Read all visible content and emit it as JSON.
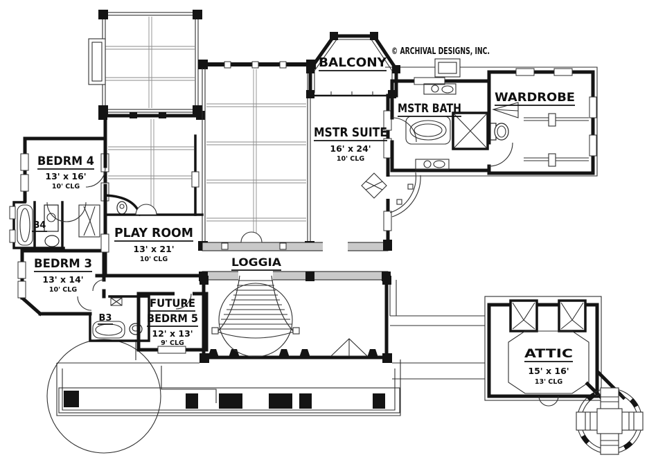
{
  "copyright": "© ARCHIVAL DESIGNS, INC.",
  "rooms": {
    "balcony": {
      "label": "BALCONY"
    },
    "mstr_bath": {
      "label": "MSTR BATH"
    },
    "wardrobe": {
      "label": "WARDROBE"
    },
    "mstr_suite": {
      "label": "MSTR SUITE",
      "dims": "16' x 24'",
      "clg": "10' CLG"
    },
    "bedrm4": {
      "label": "BEDRM 4",
      "dims": "13' x 16'",
      "clg": "10' CLG"
    },
    "bath_b4": {
      "label": "B4"
    },
    "play_room": {
      "label": "PLAY ROOM",
      "dims": "13' x 21'",
      "clg": "10' CLG"
    },
    "bedrm3": {
      "label": "BEDRM 3",
      "dims": "13' x 14'",
      "clg": "10' CLG"
    },
    "bath_b3": {
      "label": "B3"
    },
    "future_bedrm5": {
      "line1": "FUTURE",
      "line2": "BEDRM 5",
      "dims": "12' x 13'",
      "clg": "9' CLG"
    },
    "loggia": {
      "label": "LOGGIA"
    },
    "attic": {
      "label": "ATTIC",
      "dims": "15' x 16'",
      "clg": "13' CLG"
    }
  },
  "fixtures": [
    "bathtub",
    "shower",
    "toilet",
    "sink-vanity",
    "closet-rods",
    "bifold-closet",
    "grand-staircase",
    "round-tower",
    "trellis",
    "chimney"
  ],
  "colors": {
    "line": "#141414",
    "wall_band": "#c9c9c9",
    "paper": "#ffffff"
  }
}
